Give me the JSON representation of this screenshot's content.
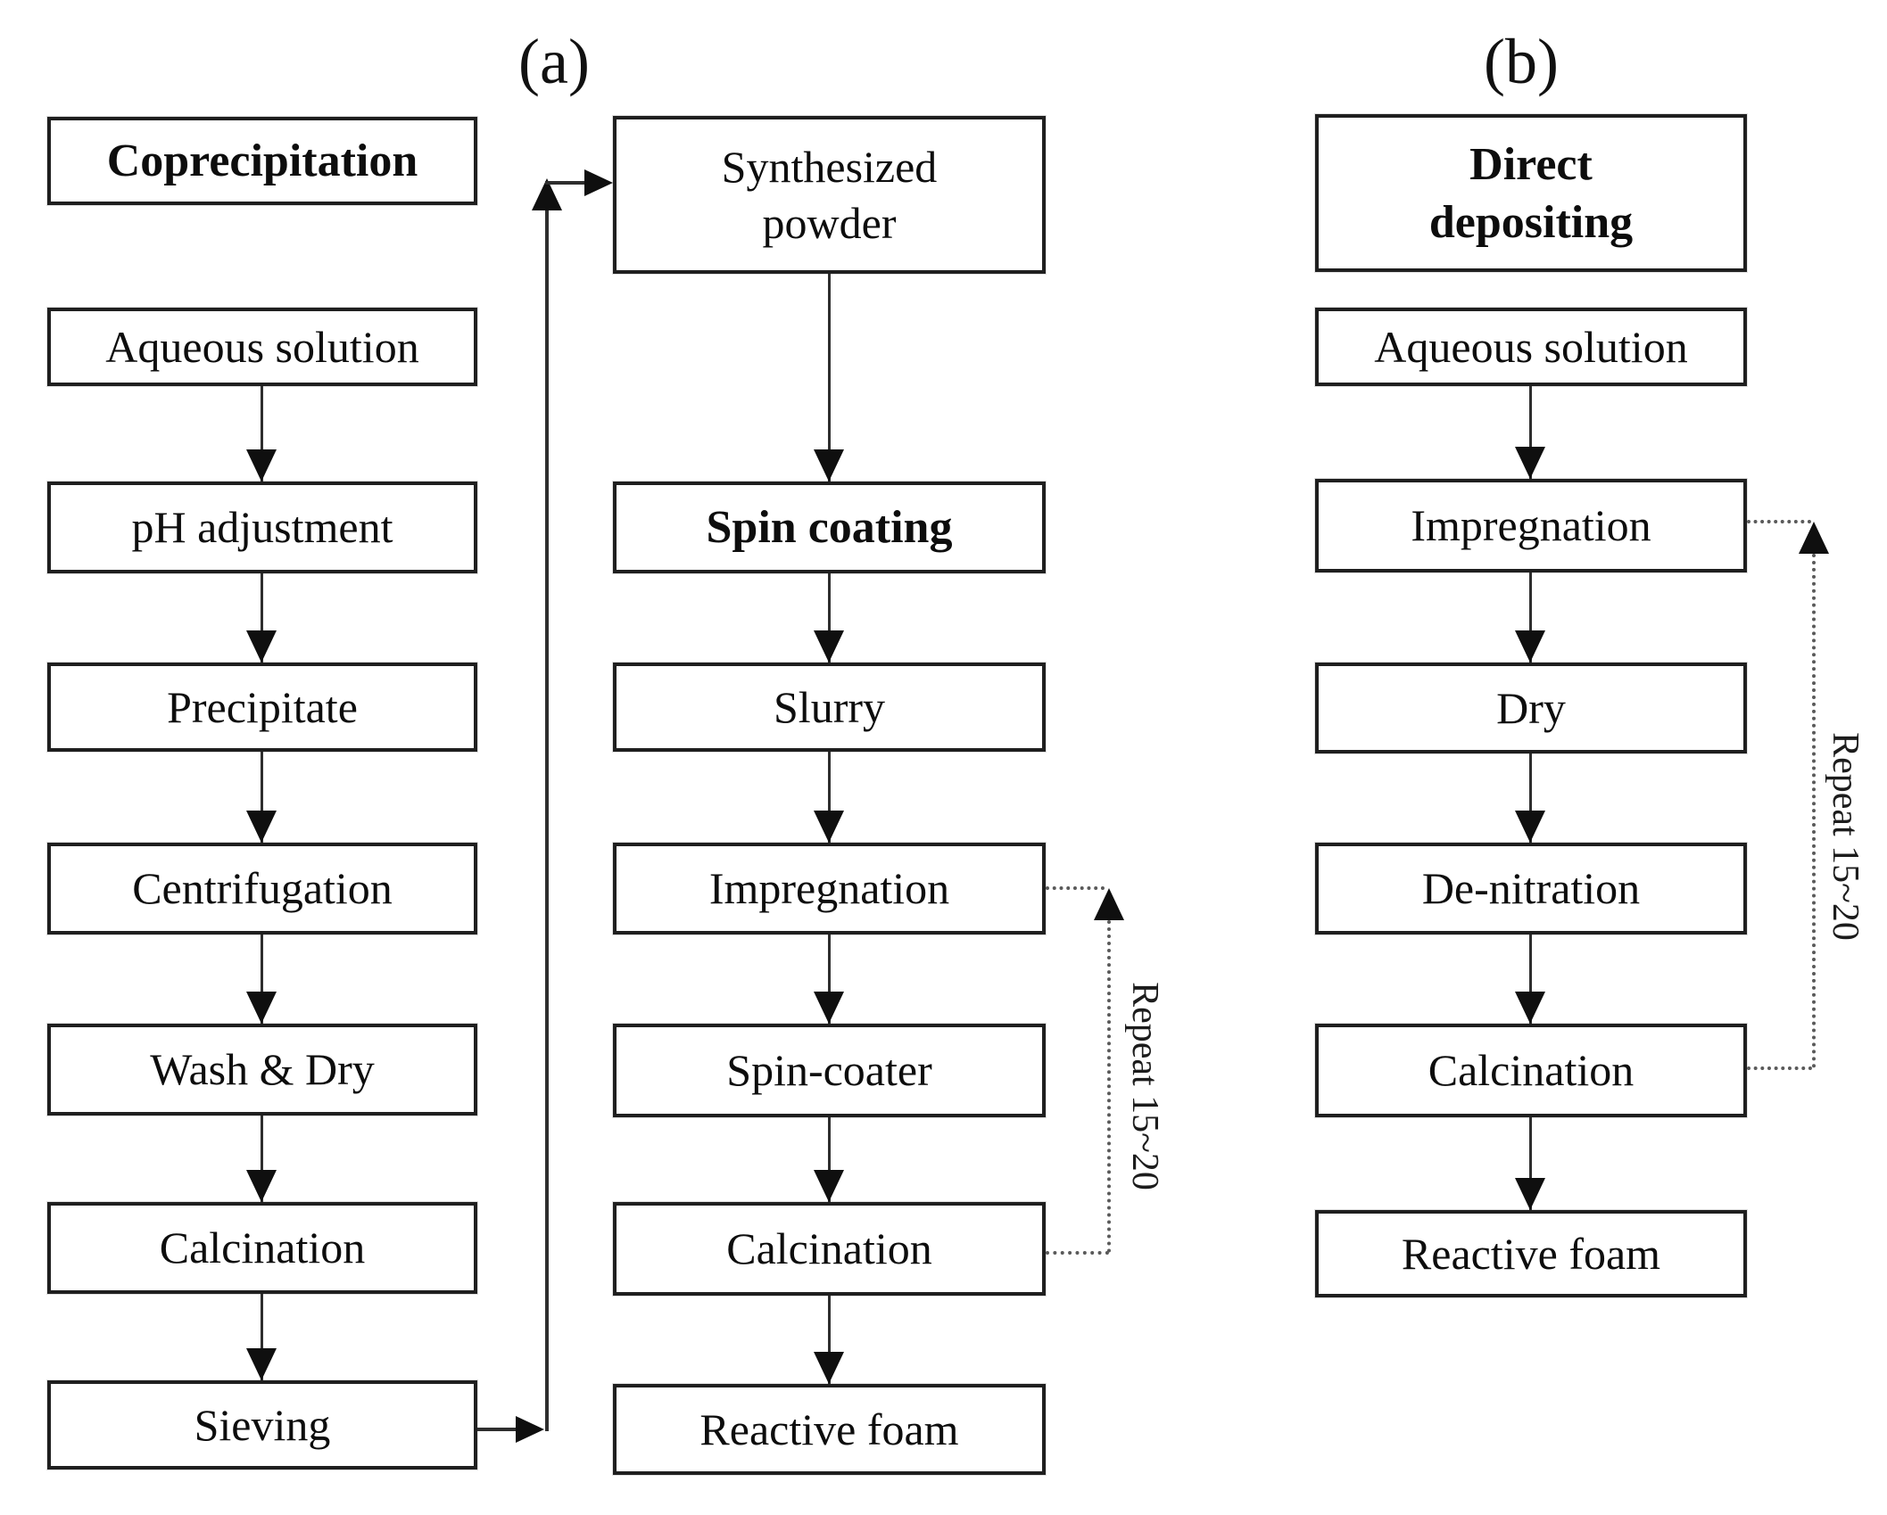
{
  "panels": {
    "a": "(a)",
    "b": "(b)"
  },
  "coprecipitation_flow": {
    "header": "Coprecipitation",
    "steps": [
      "Aqueous solution",
      "pH adjustment",
      "Precipitate",
      "Centrifugation",
      "Wash & Dry",
      "Calcination",
      "Sieving"
    ]
  },
  "spin_coating_flow": {
    "powder": "Synthesized\npowder",
    "header": "Spin coating",
    "steps": [
      "Slurry",
      "Impregnation",
      "Spin-coater",
      "Calcination",
      "Reactive foam"
    ],
    "repeat_note": "Repeat 15~20"
  },
  "direct_depositing_flow": {
    "header": "Direct\ndepositing",
    "steps": [
      "Aqueous solution",
      "Impregnation",
      "Dry",
      "De-nitration",
      "Calcination",
      "Reactive foam"
    ],
    "repeat_note": "Repeat 15~20"
  },
  "colors": {
    "ink": "#111111",
    "box_border": "#1f1f1f",
    "solid_line": "#2e2e2e",
    "dotted_line": "#5a5a5a",
    "background": "#ffffff"
  }
}
